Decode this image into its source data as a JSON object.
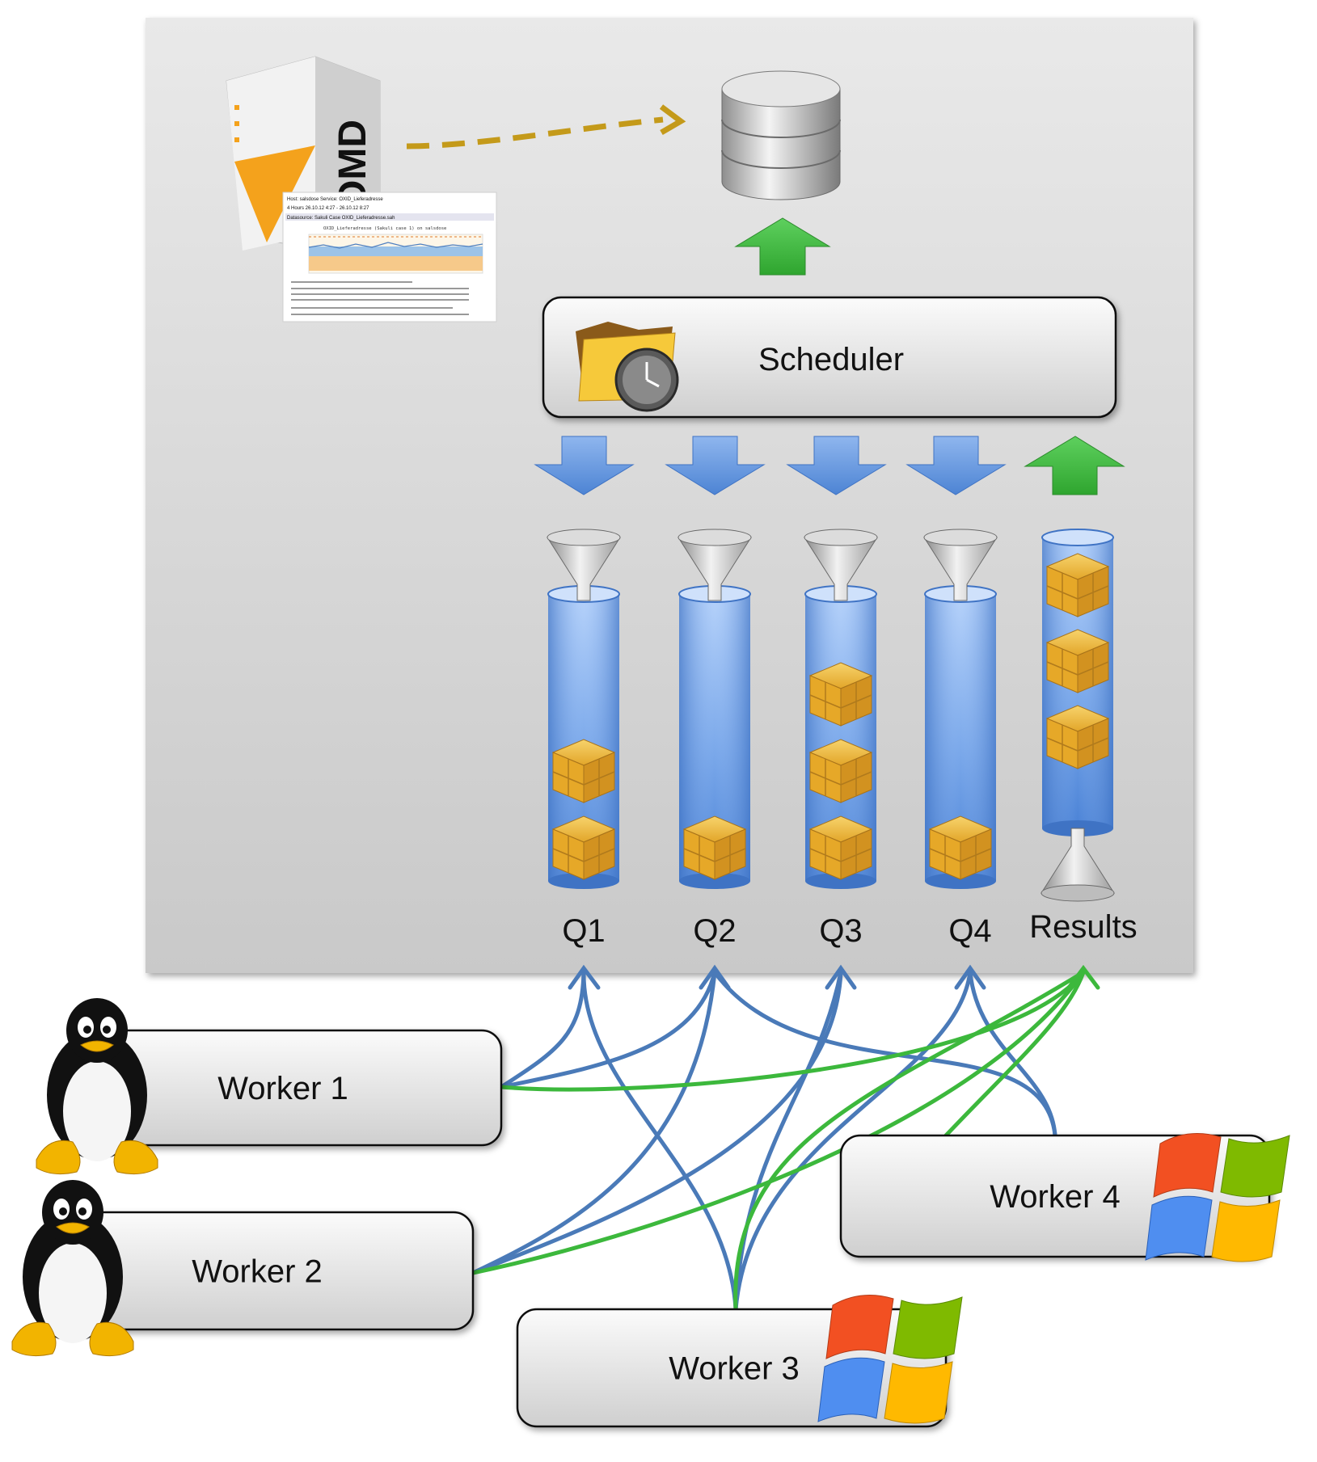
{
  "scheduler": {
    "label": "Scheduler"
  },
  "queues": [
    {
      "label": "Q1",
      "jobs": 2
    },
    {
      "label": "Q2",
      "jobs": 1
    },
    {
      "label": "Q3",
      "jobs": 3
    },
    {
      "label": "Q4",
      "jobs": 1
    }
  ],
  "results": {
    "label": "Results",
    "jobs": 3
  },
  "workers": [
    {
      "label": "Worker 1",
      "os": "linux-penguin-icon"
    },
    {
      "label": "Worker 2",
      "os": "linux-penguin-icon"
    },
    {
      "label": "Worker 3",
      "os": "windows-logo-icon"
    },
    {
      "label": "Worker 4",
      "os": "windows-logo-icon"
    }
  ],
  "omd_box": {
    "logo_text": "OMD"
  },
  "graph_card": {
    "host_line": "Host: salsdose  Service: OXID_Lieferadresse",
    "range_line": "4 Hours 26.10.12 4:27 - 26.10.12 8:27",
    "datasource_line": "Datasource: Sakuli Case OXID_Lieferadresse.sah",
    "graph_title": "OXID_Lieferadresse (Sakuli case 1) on salsdose"
  },
  "colors": {
    "panel": "#d6d6d6",
    "tube_blue": "#5b93e0",
    "arrow_blue": "#5b8fd6",
    "arrow_green": "#3cb43c",
    "link_blue": "#4a7ab8",
    "link_green": "#3cb83c",
    "dashed_arrow": "#c49a1a",
    "job_cube": "#e8b030"
  }
}
